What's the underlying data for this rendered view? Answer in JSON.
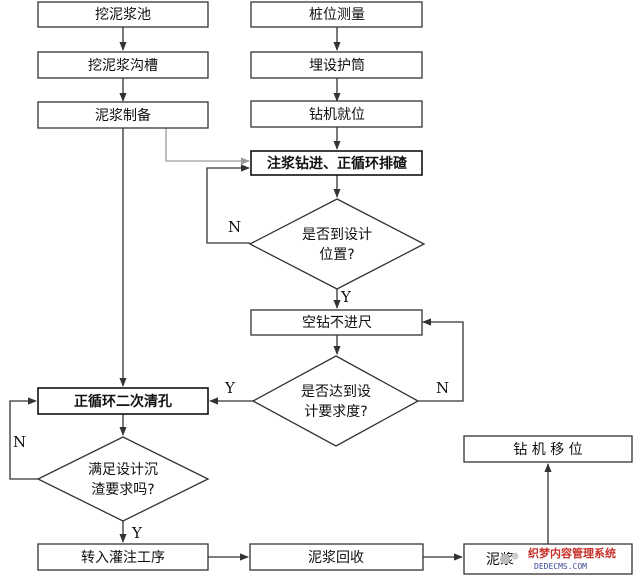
{
  "nodes": {
    "dig_pool": "挖泥浆池",
    "dig_trench": "挖泥浆沟槽",
    "mud_prep": "泥浆制备",
    "pile_survey": "桩位测量",
    "bury_casing": "埋设护筒",
    "rig_position": "钻机就位",
    "drill_circulate": "注浆钻进、正循环排碴",
    "q_design_pos_1": "是否到设计",
    "q_design_pos_2": "位置?",
    "idle_drill": "空钻不进尺",
    "q_depth_1": "是否达到设",
    "q_depth_2": "计要求度?",
    "second_clean": "正循环二次清孔",
    "q_sediment_1": "满足设计沉",
    "q_sediment_2": "渣要求吗?",
    "to_pouring": "转入灌注工序",
    "mud_recovery": "泥浆回收",
    "mud_end": "泥浆",
    "rig_move": "钻 机 移 位"
  },
  "labels": {
    "n": "N",
    "y": "Y"
  },
  "watermark": {
    "text": "织梦内容管理系统",
    "sub": "DEDECMS.COM"
  }
}
